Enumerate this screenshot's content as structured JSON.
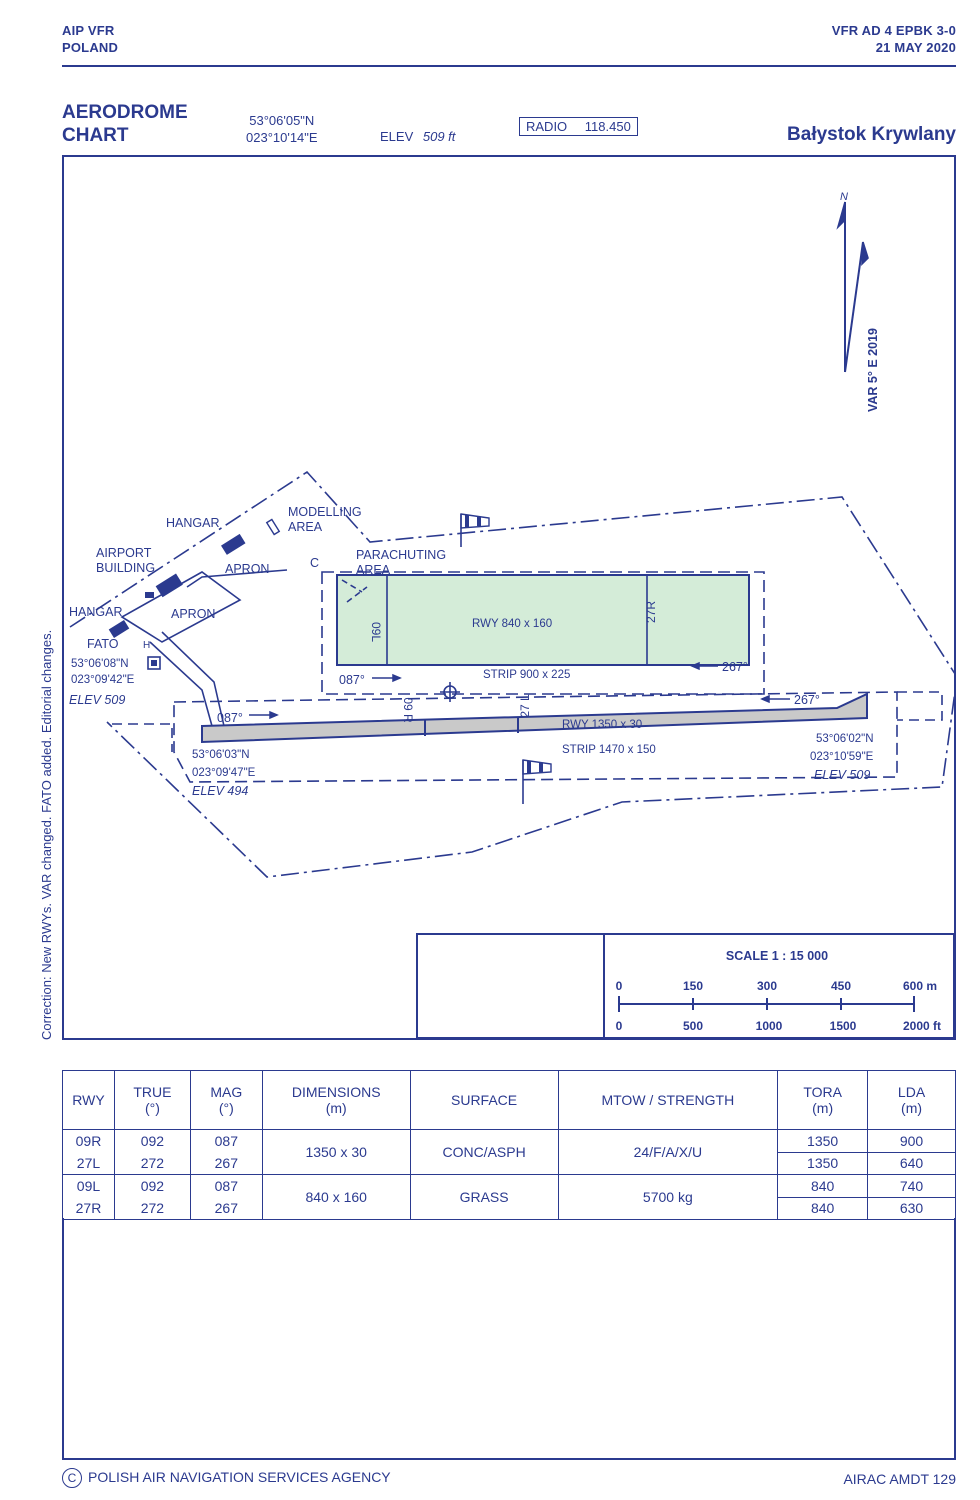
{
  "header": {
    "left_line1": "AIP VFR",
    "left_line2": "POLAND",
    "right_line1": "VFR AD 4 EPBK 3-0",
    "right_line2": "21 MAY 2020"
  },
  "title": {
    "line1": "AERODROME",
    "line2": "CHART",
    "lat": "53°06'05\"N",
    "lon": "023°10'14\"E",
    "elev_label": "ELEV",
    "elev_value": "509 ft",
    "radio_label": "RADIO",
    "radio_freq": "118.450",
    "airport_name": "Bałystok Krywlany"
  },
  "chart": {
    "north": "N",
    "variation": "VAR 5° E 2019",
    "labels": {
      "hangar1": "HANGAR",
      "hangar2": "HANGAR",
      "airport_building_1": "AIRPORT",
      "airport_building_2": "BUILDING",
      "apron1": "APRON",
      "apron2": "APRON",
      "modelling_1": "MODELLING",
      "modelling_2": "AREA",
      "parachuting_1": "PARACHUTING",
      "parachuting_2": "AREA",
      "c_mark": "C",
      "fato": "FATO",
      "h_mark": "H",
      "fato_lat": "53°06'08\"N",
      "fato_lon": "023°09'42\"E",
      "fato_elev": "ELEV 509",
      "grass_rwy": "RWY  840 x 160",
      "rwy_09l": "09L",
      "rwy_27r": "27R",
      "strip_grass": "STRIP 900  x 225",
      "hdg_087_a": "087°",
      "hdg_267_a": "267°",
      "hdg_087_b": "087°",
      "hdg_267_b": "267°",
      "rwy_09r": "09 R",
      "rwy_27l": "27 L",
      "paved_rwy": "RWY  1350 x 30",
      "strip_paved": "STRIP 1470  x 150",
      "w_lat": "53°06'03\"N",
      "w_lon": "023°09'47\"E",
      "w_elev": "ELEV 494",
      "e_lat": "53°06'02\"N",
      "e_lon": "023°10'59\"E",
      "e_elev": "ELEV 509"
    },
    "scale": {
      "title": "SCALE  1 : 15 000",
      "m_ticks": [
        "0",
        "150",
        "300",
        "450",
        "600 m"
      ],
      "ft_ticks": [
        "0",
        "500",
        "1000",
        "1500",
        "2000 ft"
      ]
    },
    "colors": {
      "ink": "#2b3a8f",
      "grass": "#d4ecd8",
      "paved": "#c9c9c9"
    }
  },
  "side_note": "Correction: New RWYs. VAR changed. FATO added. Editorial changes.",
  "table": {
    "headers": [
      {
        "l1": "RWY",
        "l2": ""
      },
      {
        "l1": "TRUE",
        "l2": "(°)"
      },
      {
        "l1": "MAG",
        "l2": "(°)"
      },
      {
        "l1": "DIMENSIONS",
        "l2": "(m)"
      },
      {
        "l1": "SURFACE",
        "l2": ""
      },
      {
        "l1": "MTOW / STRENGTH",
        "l2": ""
      },
      {
        "l1": "TORA",
        "l2": "(m)"
      },
      {
        "l1": "LDA",
        "l2": "(m)"
      }
    ],
    "groups": [
      {
        "rwy": [
          "09R",
          "27L"
        ],
        "true": [
          "092",
          "272"
        ],
        "mag": [
          "087",
          "267"
        ],
        "dims": "1350 x 30",
        "surface": "CONC/ASPH",
        "mtow": "24/F/A/X/U",
        "tora": [
          "1350",
          "1350"
        ],
        "lda": [
          "900",
          "640"
        ]
      },
      {
        "rwy": [
          "09L",
          "27R"
        ],
        "true": [
          "092",
          "272"
        ],
        "mag": [
          "087",
          "267"
        ],
        "dims": "840 x 160",
        "surface": "GRASS",
        "mtow": "5700 kg",
        "tora": [
          "840",
          "840"
        ],
        "lda": [
          "740",
          "630"
        ]
      }
    ]
  },
  "footer": {
    "copyright_symbol": "C",
    "agency": "POLISH AIR NAVIGATION SERVICES AGENCY",
    "amdt": "AIRAC AMDT 129"
  }
}
